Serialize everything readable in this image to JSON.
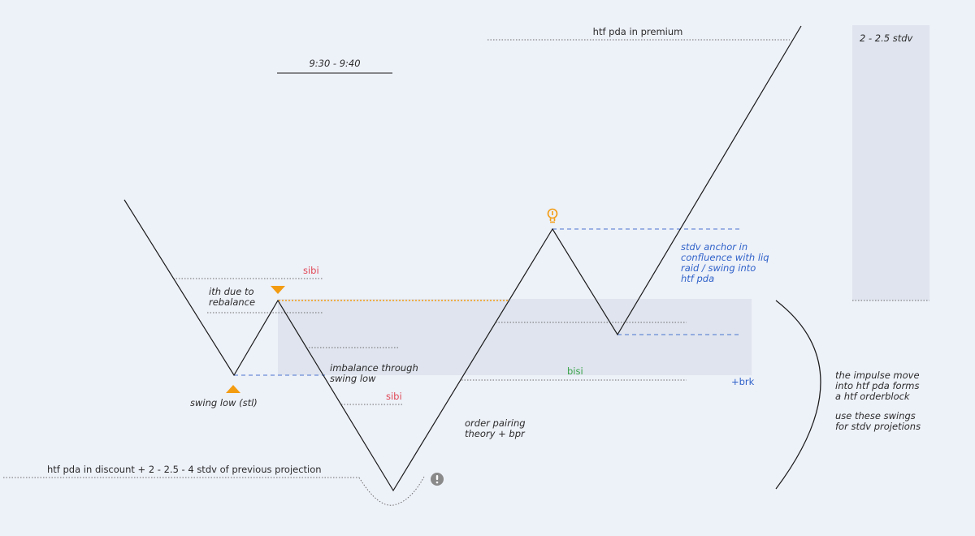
{
  "colors": {
    "background": "#edf1f8",
    "zone": "#dfe4ee",
    "line": "#1a1a1a",
    "blue_dashed": "#4a74d0",
    "orange": "#f39c12",
    "sibi": "#e04856",
    "bisi": "#3aa34a",
    "blue_text": "#2f62c9",
    "warning_badge": "#8a8a8a"
  },
  "icons": {
    "swing_low": "orange-up-triangle-icon",
    "swing_high": "orange-down-triangle-icon",
    "idea": "lightbulb-icon",
    "warning": "exclamation-circle-icon"
  },
  "labels": {
    "session_time": "9:30 - 9:40",
    "htf_premium": "htf pda in premium",
    "stdv_range": "2 - 2.5 stdv",
    "sibi_top": "sibi",
    "ith_line1": "ith due to",
    "ith_line2": "rebalance",
    "swing_low": "swing low (stl)",
    "imbalance_line1": "imbalance through",
    "imbalance_line2": "swing low",
    "sibi_bottom": "sibi",
    "bisi": "bisi",
    "brk": "+brk",
    "order_pairing_line1": "order pairing",
    "order_pairing_line2": "theory + bpr",
    "anchor_line1": "stdv anchor in",
    "anchor_line2": "confluence with liq",
    "anchor_line3": "raid / swing into",
    "anchor_line4": "htf pda",
    "htf_discount": "htf pda in discount + 2 - 2.5 - 4  stdv of previous projection",
    "impulse_line1": "the impulse move",
    "impulse_line2": "into htf pda forms",
    "impulse_line3": "a htf orderblock",
    "swings_line1": "use these swings",
    "swings_line2": "for stdv projetions"
  }
}
